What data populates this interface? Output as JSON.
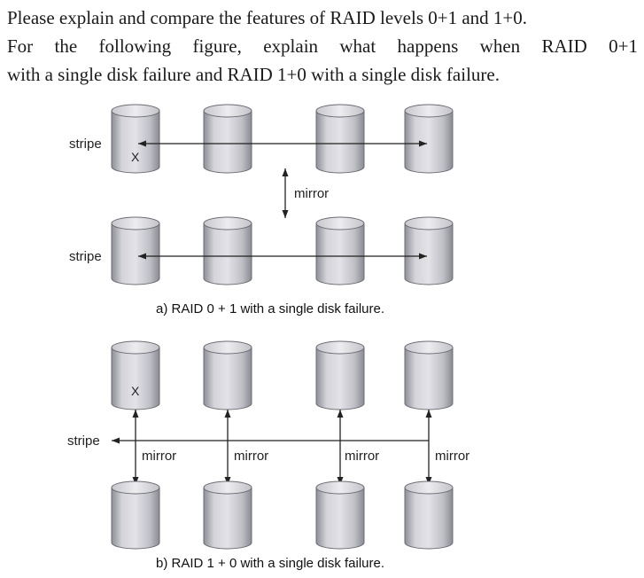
{
  "question": {
    "line1": "Please explain and compare the features of RAID levels 0+1 and 1+0.",
    "line2": "For the following figure, explain what happens when RAID 0+1",
    "line3": "with a single disk failure and RAID 1+0 with a single disk failure."
  },
  "figure_a": {
    "stripe_top": "stripe",
    "stripe_bottom": "stripe",
    "mirror": "mirror",
    "failure_mark": "X",
    "caption": "a) RAID 0 + 1 with a single disk failure."
  },
  "figure_b": {
    "stripe": "stripe",
    "mirror_1": "mirror",
    "mirror_2": "mirror",
    "mirror_3": "mirror",
    "mirror_4": "mirror",
    "failure_mark": "X",
    "caption": "b) RAID 1 + 0 with a single disk failure."
  }
}
